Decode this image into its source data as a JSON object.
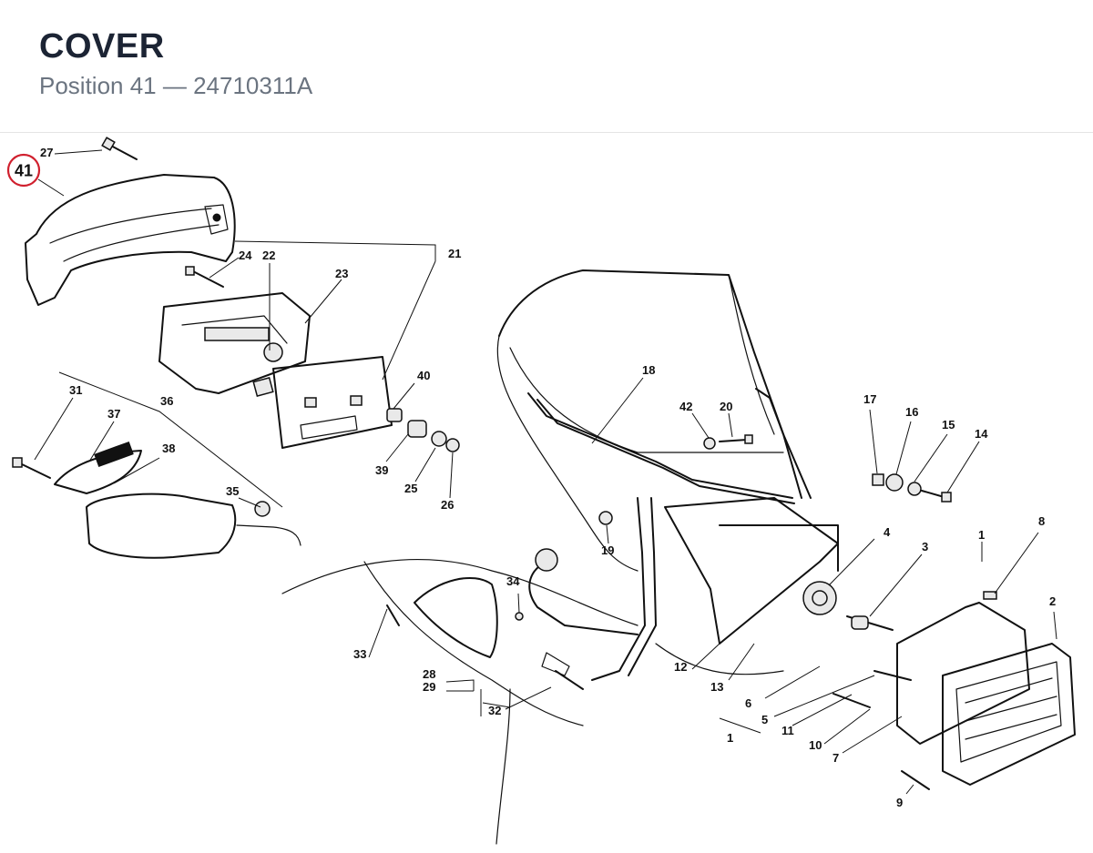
{
  "header": {
    "title": "COVER",
    "subtitle": "Position 41  —  24710311A"
  },
  "selected_position": "41",
  "callouts": [
    "27",
    "24",
    "22",
    "23",
    "21",
    "40",
    "31",
    "37",
    "36",
    "38",
    "39",
    "25",
    "26",
    "35",
    "18",
    "42",
    "20",
    "17",
    "16",
    "15",
    "14",
    "4",
    "3",
    "1",
    "8",
    "2",
    "19",
    "34",
    "12",
    "13",
    "6",
    "5",
    "11",
    "10",
    "7",
    "9",
    "33",
    "28",
    "29",
    "32",
    "1"
  ],
  "colors": {
    "highlight": "#d0202e",
    "title": "#1c2434",
    "subtitle": "#6b7480"
  }
}
